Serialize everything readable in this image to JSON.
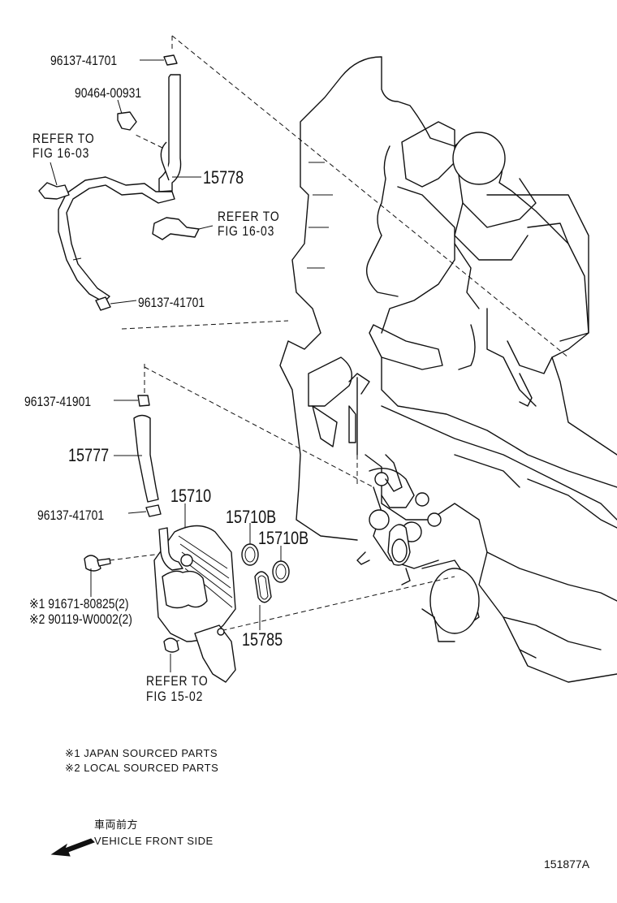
{
  "labels": {
    "clamp_top": "96137-41701",
    "clip": "90464-00931",
    "refer_1_line1": "REFER TO",
    "refer_1_line2": "FIG 16-03",
    "hose_upper": "15778",
    "refer_2_line1": "REFER TO",
    "refer_2_line2": "FIG 16-03",
    "clamp_lower_upper": "96137-41701",
    "clamp_mid": "96137-41901",
    "hose_lower": "15777",
    "cooler": "15710",
    "clamp_lower": "96137-41701",
    "oring_a": "15710B",
    "oring_b": "15710B",
    "bolt_1": "※1 91671-80825(2)",
    "bolt_2": "※2 90119-W0002(2)",
    "gasket": "15785",
    "refer_3_line1": "REFER TO",
    "refer_3_line2": "FIG 15-02"
  },
  "notes": {
    "note_1": "※1 JAPAN SOURCED PARTS",
    "note_2": "※2 LOCAL SOURCED PARTS"
  },
  "direction": {
    "jp_label": "車両前方",
    "label": "VEHICLE FRONT SIDE",
    "icon": "arrow-left-down-icon"
  },
  "figure_id": "151877A"
}
